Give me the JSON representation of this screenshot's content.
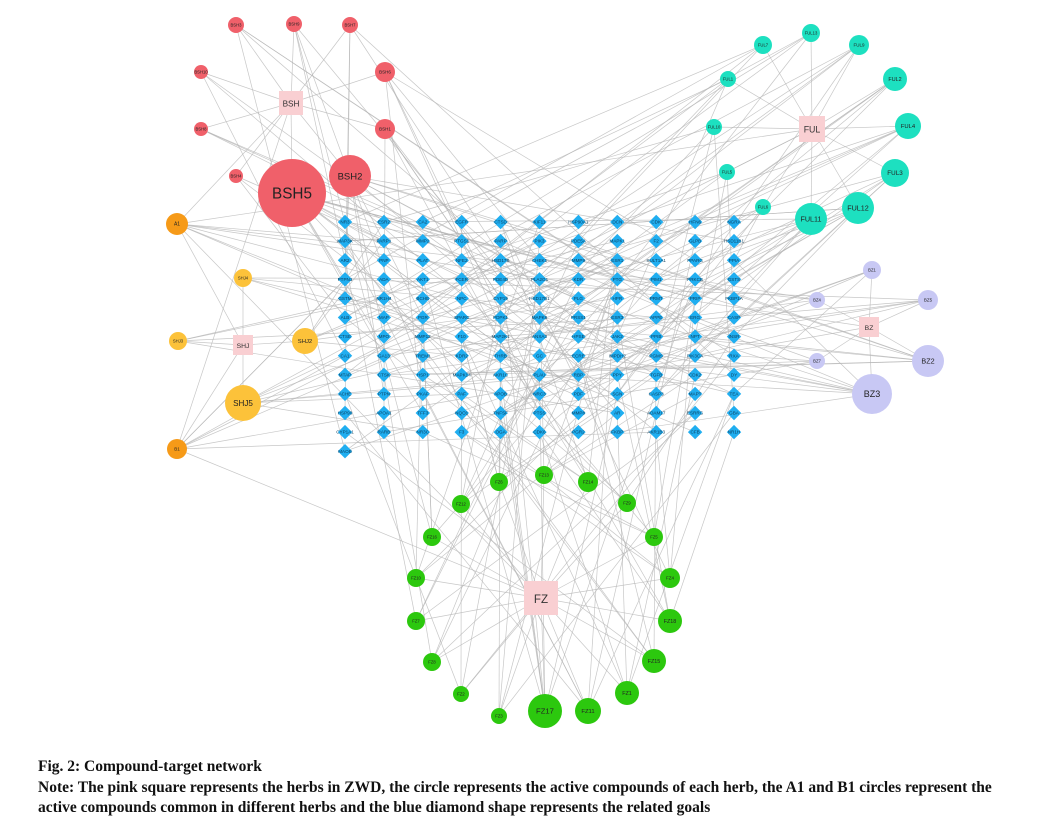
{
  "caption": {
    "title": "Fig. 2: Compound-target network",
    "note": "Note: The pink square represents the herbs in ZWD, the circle represents the active compounds of each herb, the A1 and B1 circles represent the active compounds common in different herbs and the blue diamond shape represents the related goals"
  },
  "colors": {
    "bsh": "#f0606a",
    "ful": "#1de0c0",
    "bz": "#c8c8f4",
    "shj": "#fcc23a",
    "common": "#f69a18",
    "fz": "#2cc80e",
    "target": "#20aef0",
    "herb": "#f9cfd2",
    "edge": "#b4b4b4"
  },
  "herbs": [
    {
      "id": "BSH",
      "label": "BSH"
    },
    {
      "id": "FUL",
      "label": "FUL"
    },
    {
      "id": "BZ",
      "label": "BZ"
    },
    {
      "id": "SHJ",
      "label": "SHJ"
    },
    {
      "id": "FZ",
      "label": "FZ"
    }
  ],
  "compounds": [
    {
      "label": "BSH3",
      "group": "bsh",
      "herb": "BSH"
    },
    {
      "label": "BSH9",
      "group": "bsh",
      "herb": "BSH"
    },
    {
      "label": "BSH7",
      "group": "bsh",
      "herb": "BSH"
    },
    {
      "label": "BSH10",
      "group": "bsh",
      "herb": "BSH"
    },
    {
      "label": "BSH6",
      "group": "bsh",
      "herb": "BSH"
    },
    {
      "label": "BSH8",
      "group": "bsh",
      "herb": "BSH"
    },
    {
      "label": "BSH1",
      "group": "bsh",
      "herb": "BSH"
    },
    {
      "label": "BSH4",
      "group": "bsh",
      "herb": "BSH"
    },
    {
      "label": "BSH2",
      "group": "bsh",
      "herb": "BSH"
    },
    {
      "label": "BSH5",
      "group": "bsh",
      "herb": "BSH"
    },
    {
      "label": "FUL13",
      "group": "ful",
      "herb": "FUL"
    },
    {
      "label": "FUL7",
      "group": "ful",
      "herb": "FUL"
    },
    {
      "label": "FUL9",
      "group": "ful",
      "herb": "FUL"
    },
    {
      "label": "FUL2",
      "group": "ful",
      "herb": "FUL"
    },
    {
      "label": "FUL1",
      "group": "ful",
      "herb": "FUL"
    },
    {
      "label": "FUL4",
      "group": "ful",
      "herb": "FUL"
    },
    {
      "label": "FUL10",
      "group": "ful",
      "herb": "FUL"
    },
    {
      "label": "FUL3",
      "group": "ful",
      "herb": "FUL"
    },
    {
      "label": "FUL5",
      "group": "ful",
      "herb": "FUL"
    },
    {
      "label": "FUL12",
      "group": "ful",
      "herb": "FUL"
    },
    {
      "label": "FUL6",
      "group": "ful",
      "herb": "FUL"
    },
    {
      "label": "FUL11",
      "group": "ful",
      "herb": "FUL"
    },
    {
      "label": "BZ1",
      "group": "bz",
      "herb": "BZ"
    },
    {
      "label": "BZ4",
      "group": "bz",
      "herb": "BZ"
    },
    {
      "label": "BZ5",
      "group": "bz",
      "herb": "BZ"
    },
    {
      "label": "BZ7",
      "group": "bz",
      "herb": "BZ"
    },
    {
      "label": "BZ2",
      "group": "bz",
      "herb": "BZ"
    },
    {
      "label": "BZ3",
      "group": "bz",
      "herb": "BZ"
    },
    {
      "label": "SHJ4",
      "group": "shj",
      "herb": "SHJ"
    },
    {
      "label": "SHJ3",
      "group": "shj",
      "herb": "SHJ"
    },
    {
      "label": "SHJ2",
      "group": "shj",
      "herb": "SHJ"
    },
    {
      "label": "SHJ5",
      "group": "shj",
      "herb": "SHJ"
    },
    {
      "label": "A1",
      "group": "common",
      "herb": ""
    },
    {
      "label": "B1",
      "group": "common",
      "herb": ""
    },
    {
      "label": "FZ13",
      "group": "fz",
      "herb": "FZ"
    },
    {
      "label": "FZ6",
      "group": "fz",
      "herb": "FZ"
    },
    {
      "label": "FZ14",
      "group": "fz",
      "herb": "FZ"
    },
    {
      "label": "FZ12",
      "group": "fz",
      "herb": "FZ"
    },
    {
      "label": "FZ9",
      "group": "fz",
      "herb": "FZ"
    },
    {
      "label": "FZ16",
      "group": "fz",
      "herb": "FZ"
    },
    {
      "label": "FZ5",
      "group": "fz",
      "herb": "FZ"
    },
    {
      "label": "FZ10",
      "group": "fz",
      "herb": "FZ"
    },
    {
      "label": "FZ4",
      "group": "fz",
      "herb": "FZ"
    },
    {
      "label": "FZ7",
      "group": "fz",
      "herb": "FZ"
    },
    {
      "label": "FZ18",
      "group": "fz",
      "herb": "FZ"
    },
    {
      "label": "FZ8",
      "group": "fz",
      "herb": "FZ"
    },
    {
      "label": "FZ15",
      "group": "fz",
      "herb": "FZ"
    },
    {
      "label": "FZ2",
      "group": "fz",
      "herb": "FZ"
    },
    {
      "label": "FZ1",
      "group": "fz",
      "herb": "FZ"
    },
    {
      "label": "FZ3",
      "group": "fz",
      "herb": "FZ"
    },
    {
      "label": "FZ17",
      "group": "fz",
      "herb": "FZ"
    },
    {
      "label": "FZ11",
      "group": "fz",
      "herb": "FZ"
    }
  ],
  "targets": [
    "NR3",
    "ESR2",
    "CA2",
    "EGFR",
    "CTSD",
    "KIF11",
    "HSP90A1",
    "DCN",
    "CDK",
    "HFN6",
    "NGRA",
    "MAP3K",
    "PARP1",
    "MMP2",
    "PTGS1",
    "PARP",
    "PIK3",
    "PDE5A",
    "MAPK1",
    "F2",
    "GLPB",
    "HSD11B1",
    "AR2",
    "PNP",
    "PLAT",
    "NFE2",
    "HSD17B",
    "CHEK1",
    "MMP9",
    "ESR1",
    "SULT1A1",
    "PPARG",
    "PPIA",
    "PTPN1",
    "ADA",
    "AKT1",
    "FCER",
    "PDE4D",
    "PLA2G1",
    "KDR",
    "PTG",
    "PIM1",
    "PRKCB",
    "GSTS",
    "GSTM",
    "NR1H4",
    "BCHE",
    "NPC",
    "CYP19",
    "HSD17B1",
    "PLG",
    "HPR",
    "PRMT",
    "PRIP",
    "FKBP1A",
    "ALB",
    "MAP",
    "PGR",
    "SPARC",
    "PDPK1",
    "MAPK8",
    "PRSS1",
    "ESR3",
    "APPE",
    "ERG",
    "CASP",
    "CTSE",
    "MPO",
    "MMP12",
    "F10",
    "MAP2K1",
    "ANXA3",
    "HPSE",
    "JAK2",
    "PPIB",
    "NPT",
    "INSR",
    "CA1",
    "GA13",
    "TREM1",
    "KDR2",
    "THRB",
    "GC",
    "ECRE",
    "IMPDH2",
    "PGMS",
    "PIK3CA",
    "RXA",
    "MTAP",
    "CTSK",
    "HSP1",
    "MAPK14",
    "AKR1C",
    "PLAU",
    "RBP",
    "PPY",
    "TGFB",
    "CDK2",
    "DY",
    "ACHE",
    "PTPN",
    "PKAF",
    "PAF",
    "APOB",
    "NRC3",
    "PDF",
    "SGN",
    "CASP3",
    "MAPT",
    "TEA",
    "HSP90",
    "APOA1",
    "TFF3",
    "NQO1",
    "TNFSF",
    "PTSS",
    "MMP8",
    "AR",
    "ADAM17",
    "ESRRG",
    "GBA",
    "CYP1A1",
    "RARB",
    "NR3C",
    "F3",
    "OGA",
    "CDK6",
    "PGR2",
    "FKBP",
    "AKR1B3",
    "CFB",
    "NR1H",
    "MAOB"
  ]
}
